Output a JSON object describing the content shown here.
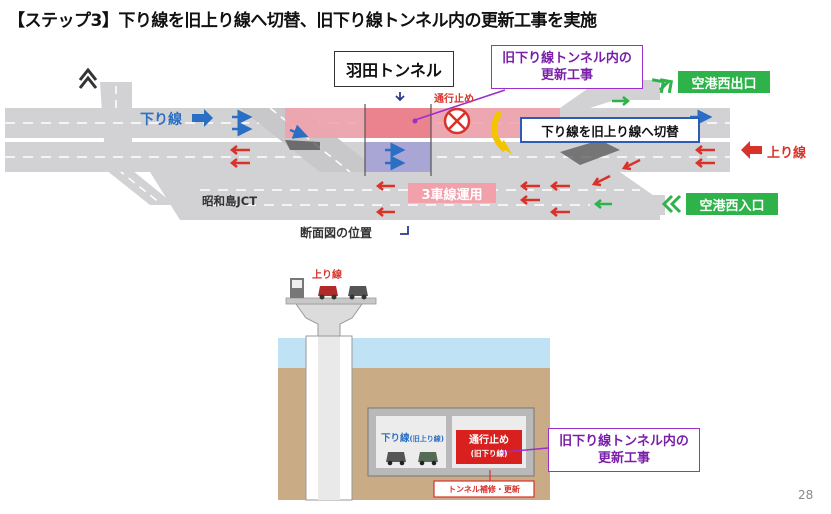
{
  "title": "【ステップ3】下り線を旧上り線へ切替、旧下り線トンネル内の更新工事を実施",
  "page_number": "28",
  "plan": {
    "tunnel_label": "羽田トンネル",
    "renewal_note_line1": "旧下り線トンネル内の",
    "renewal_note_line2": "更新工事",
    "closure_label": "通行止め",
    "switch_label": "下り線を旧上り線へ切替",
    "downline_label": "下り線",
    "upline_label": "上り線",
    "airport_west_exit": "空港西出口",
    "airport_west_entrance": "空港西入口",
    "jct_label": "昭和島JCT",
    "three_lane_label": "3車線運用",
    "section_position_label": "断面図の位置"
  },
  "section": {
    "upline_label": "上り線",
    "downline_label": "下り線",
    "downline_sub": "(旧上り線)",
    "closure_label": "通行止め",
    "closure_sub": "(旧下り線)",
    "repair_label": "トンネル補修・更新",
    "renewal_note_line1": "旧下り線トンネル内の",
    "renewal_note_line2": "更新工事"
  },
  "colors": {
    "road": "#d2d2d4",
    "lane_mark": "#ffffff",
    "downline_arrow": "#2b6fc4",
    "upline_arrow": "#d8322a",
    "closed_zone": "#f2a0aa",
    "switched_zone": "#a9a6d6",
    "green_sign": "#2eb24a",
    "purple_note": "#9b2fc9",
    "water": "#bfe3f4",
    "ground": "#c9ab86"
  }
}
